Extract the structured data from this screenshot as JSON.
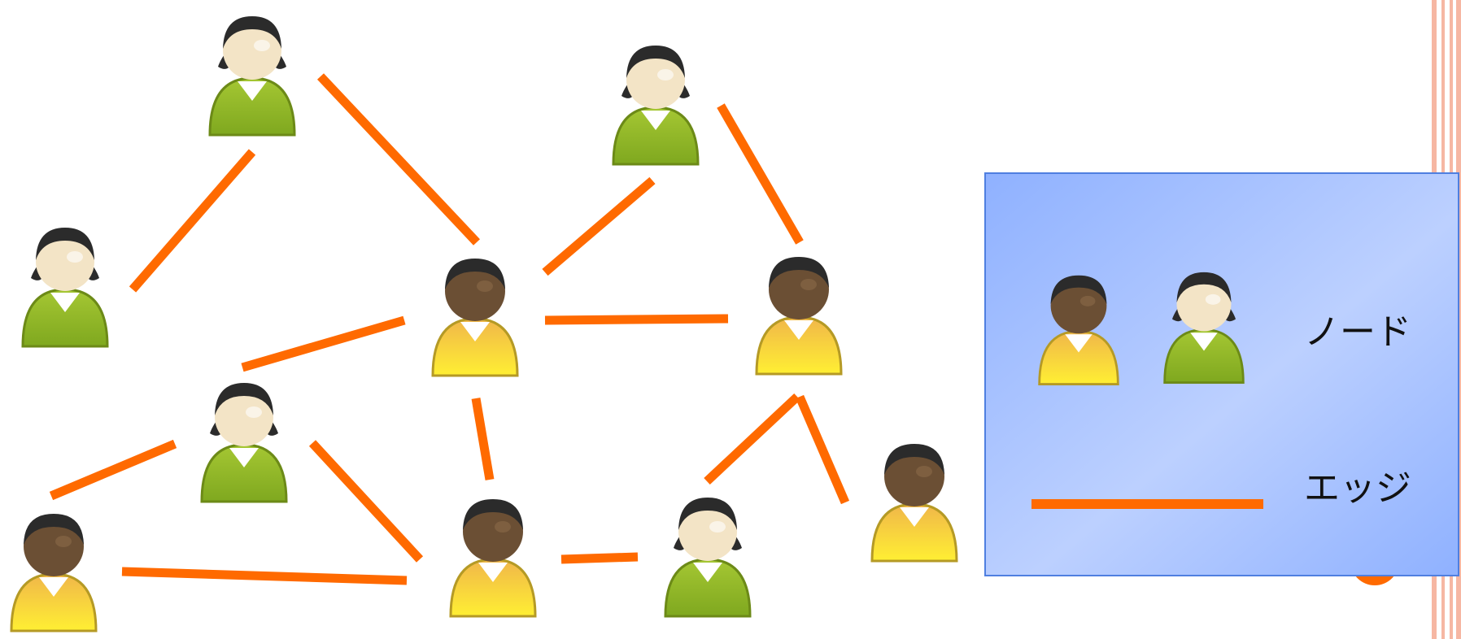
{
  "colors": {
    "edge": "#ff6a00",
    "male_skin": "#6b4f34",
    "male_shirt": "#f2c93a",
    "female_skin": "#f3e4c6",
    "female_shirt": "#9bbf2a",
    "hair": "#2b2b2b",
    "legend_fill_start": "#8fb1ff",
    "legend_fill_end": "#c7d7ff",
    "legend_border": "#4f7fe0"
  },
  "legend": {
    "node_label": "ノード",
    "edge_label": "エッジ"
  },
  "diagram": {
    "nodes": [
      {
        "id": "f1",
        "icon": "female-person-icon"
      },
      {
        "id": "f2",
        "icon": "female-person-icon"
      },
      {
        "id": "f3",
        "icon": "female-person-icon"
      },
      {
        "id": "f4",
        "icon": "female-person-icon"
      },
      {
        "id": "f5",
        "icon": "female-person-icon"
      },
      {
        "id": "m1",
        "icon": "male-person-icon"
      },
      {
        "id": "m2",
        "icon": "male-person-icon"
      },
      {
        "id": "m3",
        "icon": "male-person-icon"
      },
      {
        "id": "m4",
        "icon": "male-person-icon"
      },
      {
        "id": "m5",
        "icon": "male-person-icon"
      }
    ],
    "edges": [
      [
        "f1",
        "f2"
      ],
      [
        "f1",
        "m1"
      ],
      [
        "f3",
        "m1"
      ],
      [
        "f3",
        "m2"
      ],
      [
        "m1",
        "m2"
      ],
      [
        "m1",
        "f4"
      ],
      [
        "m1",
        "m4"
      ],
      [
        "f4",
        "m3"
      ],
      [
        "f4",
        "m4"
      ],
      [
        "m3",
        "m4"
      ],
      [
        "m4",
        "f5"
      ],
      [
        "f5",
        "m2"
      ],
      [
        "m2",
        "m5"
      ]
    ]
  }
}
